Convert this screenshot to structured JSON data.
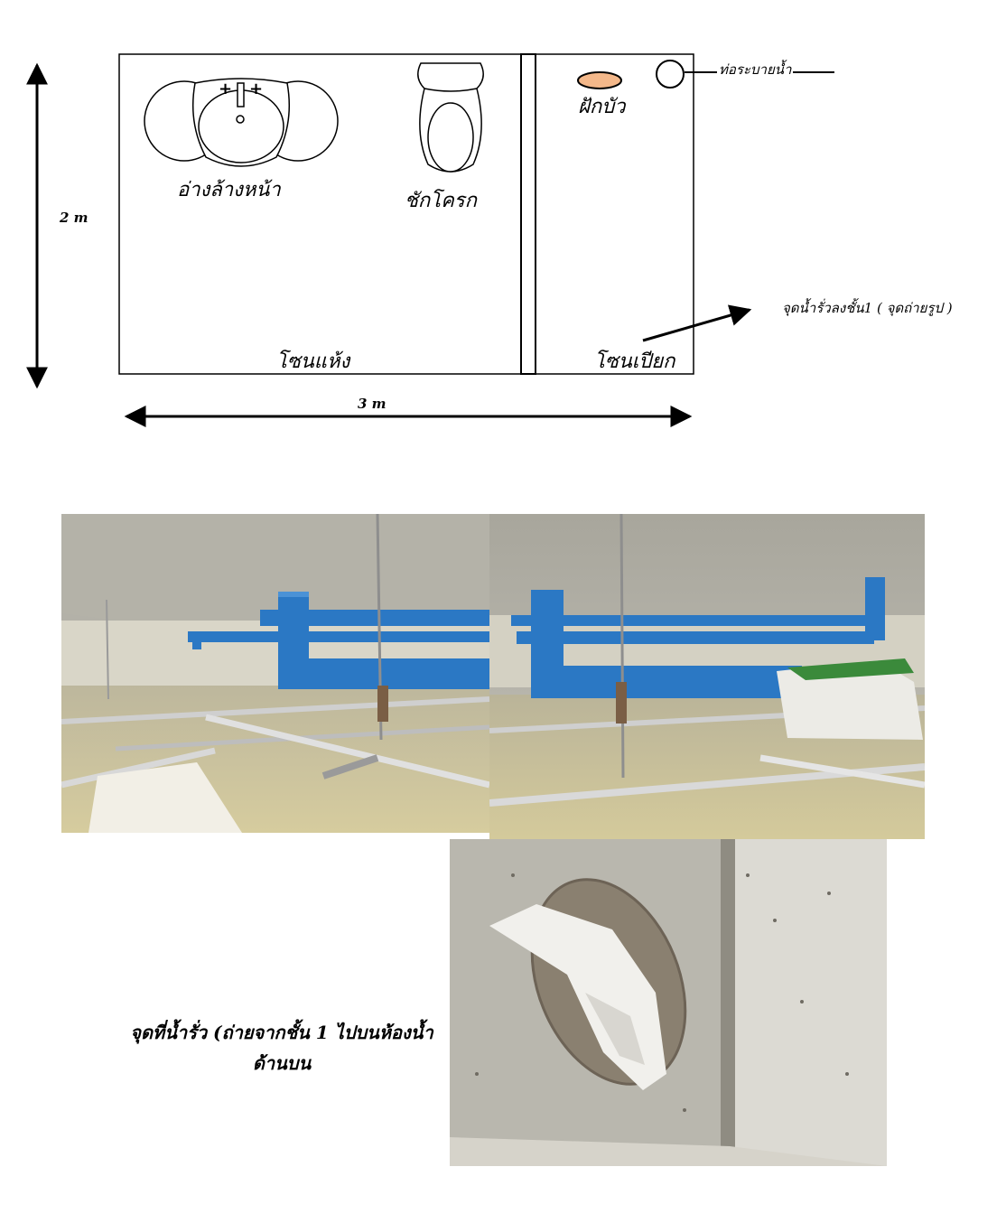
{
  "plan": {
    "height_label": "2 m",
    "width_label": "3 m",
    "sink_label": "อ่างล้างหน้า",
    "toilet_label": "ชักโครก",
    "shower_label": "ฝักบัว",
    "drain_label": "ท่อระบายน้ำ",
    "dry_zone_label": "โซนแห้ง",
    "wet_zone_label": "โซนเปียก",
    "leak_point_label": "จุดน้ำรั่วลงชั้น1 ( จุดถ่ายรูป )",
    "colors": {
      "shower_fill": "#f4b88a",
      "line": "#000000"
    }
  },
  "photos": {
    "caption_line1": "จุดที่น้ำรั่ว  (ถ่ายจากชั้น 1 ไปบนห้องน้ำ",
    "caption_line2": "ด้านบน",
    "colors": {
      "pipe": "#2b78c4",
      "concrete": "#b9b7ae",
      "ceiling_panel": "#d8cfa6"
    }
  }
}
